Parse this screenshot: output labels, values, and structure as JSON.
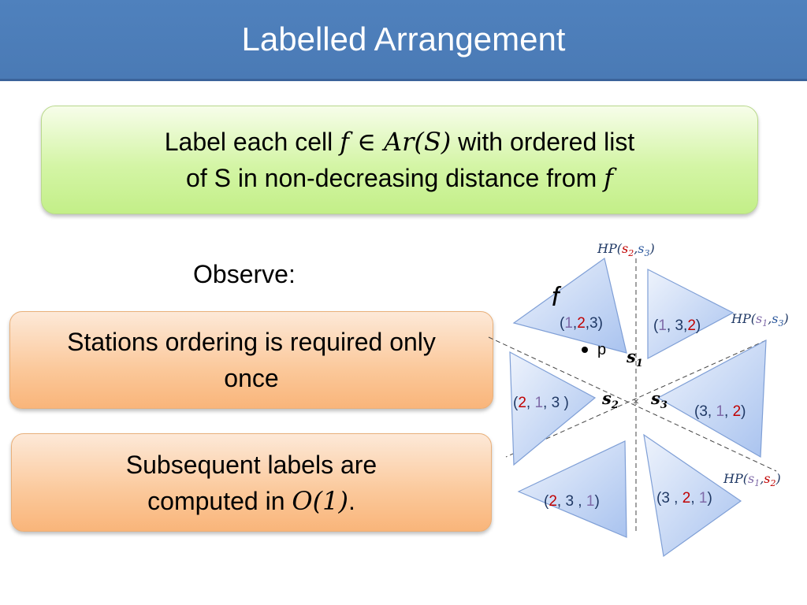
{
  "title": "Labelled Arrangement",
  "definition": {
    "line1_pre": "Label each cell ",
    "line1_f": "f",
    "line1_in": " ∈ ",
    "line1_ar": "Ar",
    "line1_s": "(S)",
    "line1_post": " with ordered list",
    "line2_pre": "of S  in non-decreasing distance from ",
    "line2_f": "f"
  },
  "observe": "Observe:",
  "point1": {
    "line1": "Stations ordering is required only",
    "line2": "once"
  },
  "point2": {
    "line1": "Subsequent labels are",
    "line2_pre": "computed in ",
    "line2_math": "O(1)",
    "line2_post": "."
  },
  "colors": {
    "red": "#c00000",
    "purple": "#7f6aa8",
    "dark": "#1f3864"
  },
  "diagram": {
    "cell_f_label": "f",
    "point_label": "p",
    "stations": {
      "s1": {
        "base": "s",
        "sub": "1"
      },
      "s2": {
        "base": "s",
        "sub": "2"
      },
      "s3": {
        "base": "s",
        "sub": "3"
      }
    },
    "hyperplanes": {
      "hp23": {
        "prefix": "HP(",
        "a": "s",
        "a_sub": "2",
        "comma": ",",
        "b": "s",
        "b_sub": "3",
        "suffix": ")"
      },
      "hp13": {
        "prefix": "HP(",
        "a": "s",
        "a_sub": "1",
        "comma": ",",
        "b": "s",
        "b_sub": "3",
        "suffix": ")"
      },
      "hp12": {
        "prefix": "HP(",
        "a": "s",
        "a_sub": "1",
        "comma": ",",
        "b": "s",
        "b_sub": "2",
        "suffix": ")"
      }
    },
    "cell_labels": {
      "c123": [
        "(",
        "1",
        ",",
        "2",
        ",",
        "3",
        ")"
      ],
      "c132": [
        "(",
        "1",
        ", 3,",
        "2",
        ")"
      ],
      "c213": [
        "(",
        "2",
        ", ",
        "1",
        ", 3 )"
      ],
      "c312": [
        "(3, ",
        "1",
        ", ",
        "2",
        ")"
      ],
      "c231": [
        "(",
        "2",
        ", 3 , ",
        "1",
        ")"
      ],
      "c321": [
        "(3 , ",
        "2",
        ", ",
        "1",
        ")"
      ]
    }
  }
}
